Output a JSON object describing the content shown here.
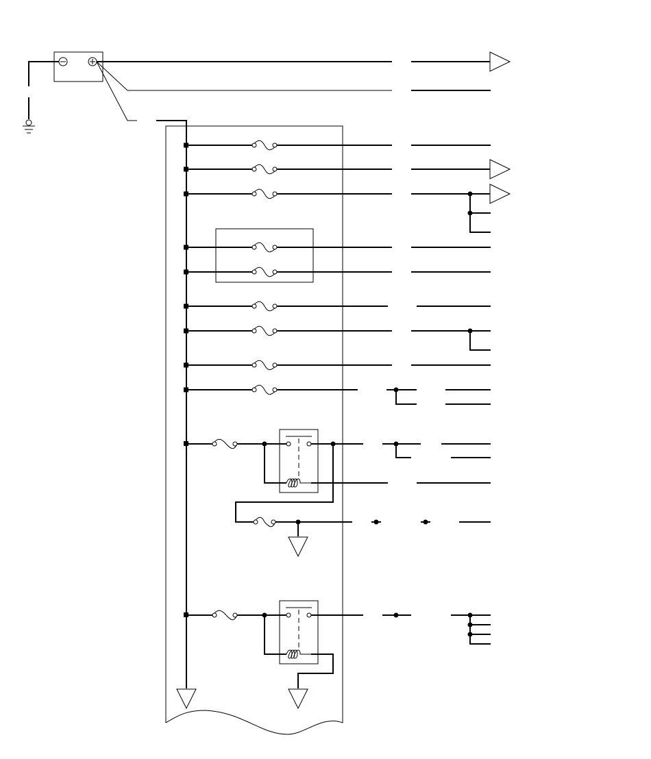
{
  "diagram": {
    "type": "automotive power distribution wiring schematic",
    "battery": {
      "terminals": [
        "negative",
        "positive"
      ]
    },
    "fuse_box": {
      "fused_circuits": 12,
      "relays": 2,
      "internal_grounds": 3
    }
  }
}
